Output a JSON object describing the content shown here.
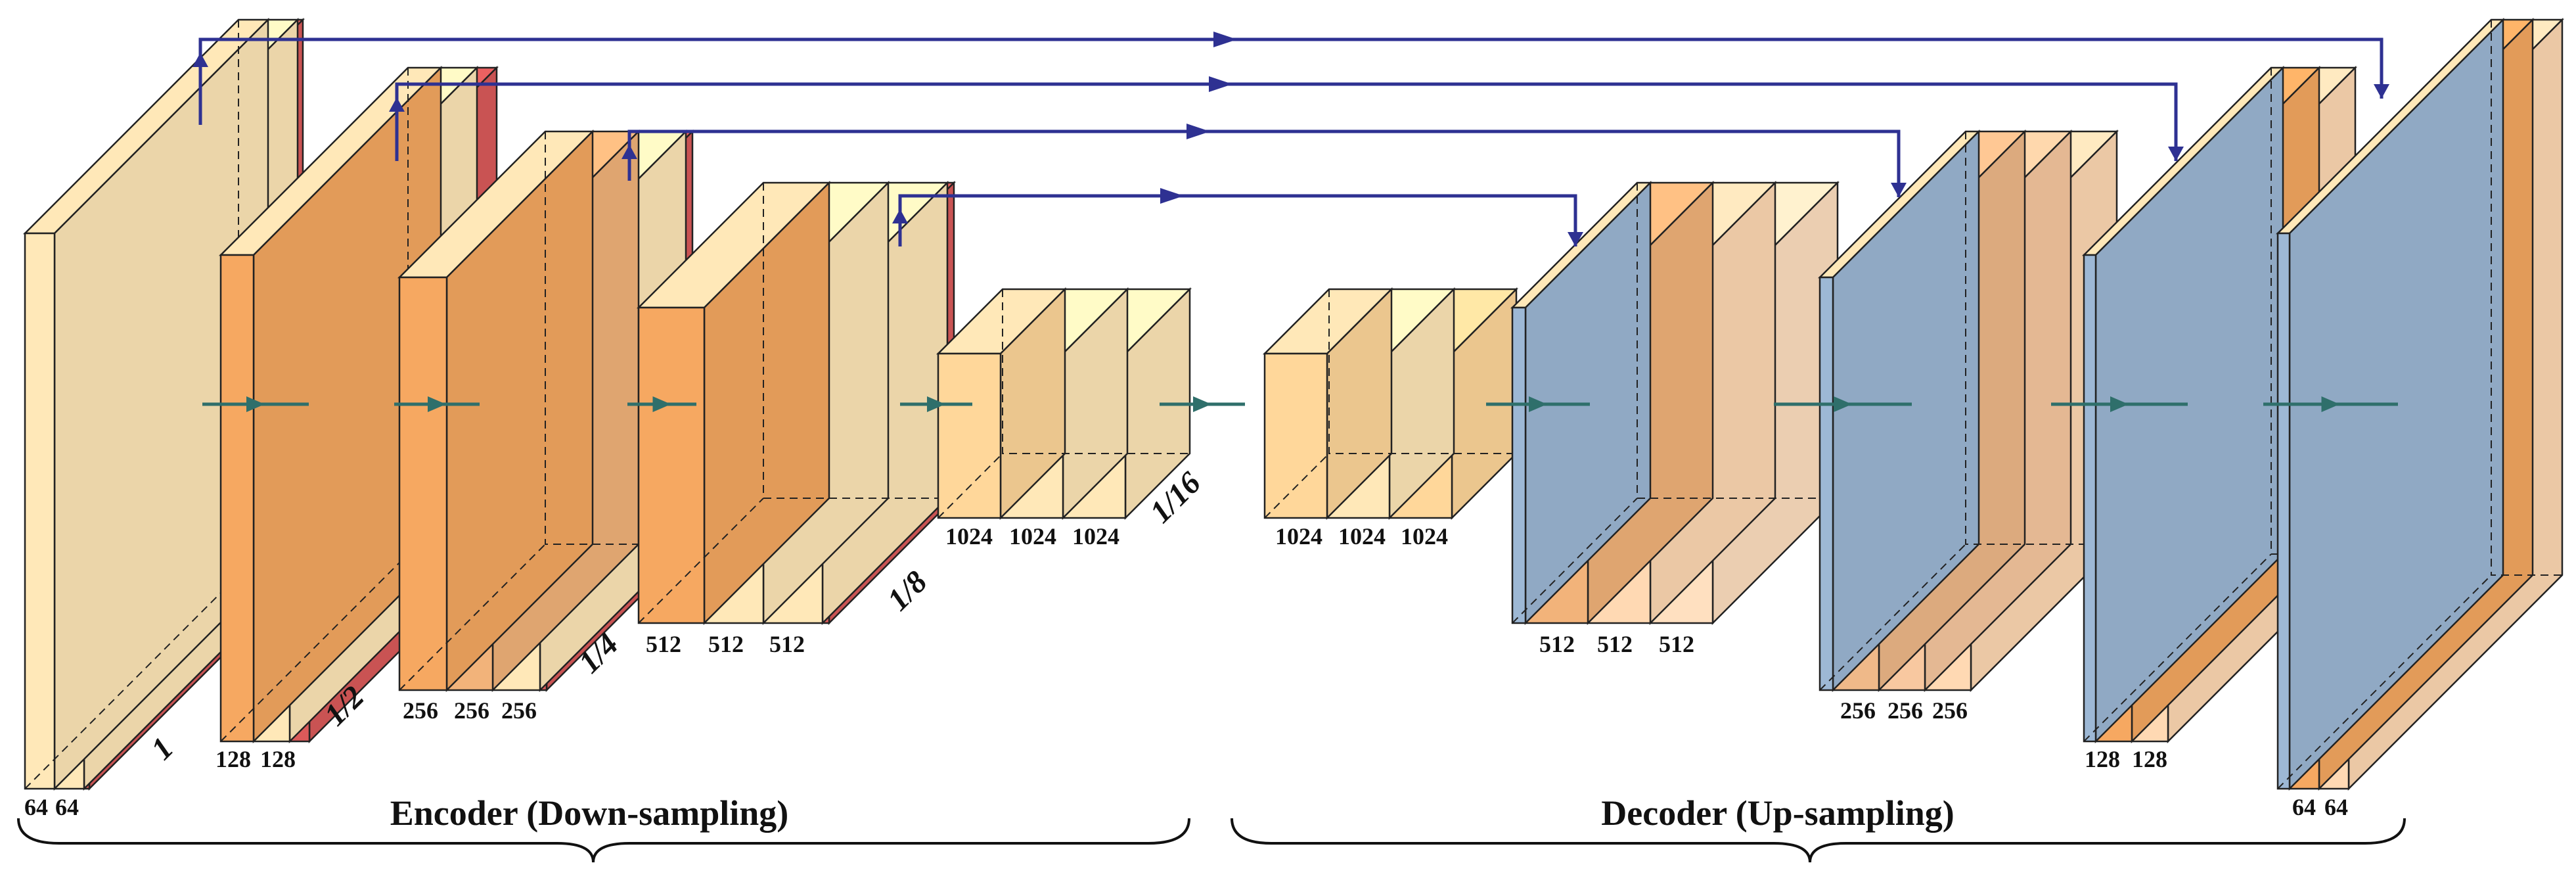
{
  "colors": {
    "pale": "#FFE8B8",
    "light_orange": "#FFD79A",
    "orange": "#F6A861",
    "dark_orange": "#EE8E49",
    "red_face": "#DA5A5A",
    "red_edge": "#C70000",
    "blue_face": "#9DB8D5",
    "skip_arrow": "#2E3192",
    "flow_arrow": "#2F6F6B"
  },
  "encoder": {
    "title": "Encoder (Down-sampling)",
    "blocks": [
      {
        "channels": [
          "64",
          "64"
        ],
        "scale": "1"
      },
      {
        "channels": [
          "128",
          "128"
        ],
        "scale": "1/2"
      },
      {
        "channels": [
          "256",
          "256",
          "256"
        ],
        "scale": "1/4"
      },
      {
        "channels": [
          "512",
          "512",
          "512"
        ],
        "scale": "1/8"
      },
      {
        "channels": [
          "1024",
          "1024",
          "1024"
        ],
        "scale": "1/16"
      }
    ]
  },
  "bottleneck": {
    "channels": [
      "1024",
      "1024",
      "1024"
    ]
  },
  "decoder": {
    "title": "Decoder (Up-sampling)",
    "blocks": [
      {
        "channels": [
          "512",
          "512",
          "512"
        ]
      },
      {
        "channels": [
          "256",
          "256",
          "256"
        ]
      },
      {
        "channels": [
          "128",
          "128"
        ]
      },
      {
        "channels": [
          "64",
          "64"
        ]
      }
    ]
  }
}
